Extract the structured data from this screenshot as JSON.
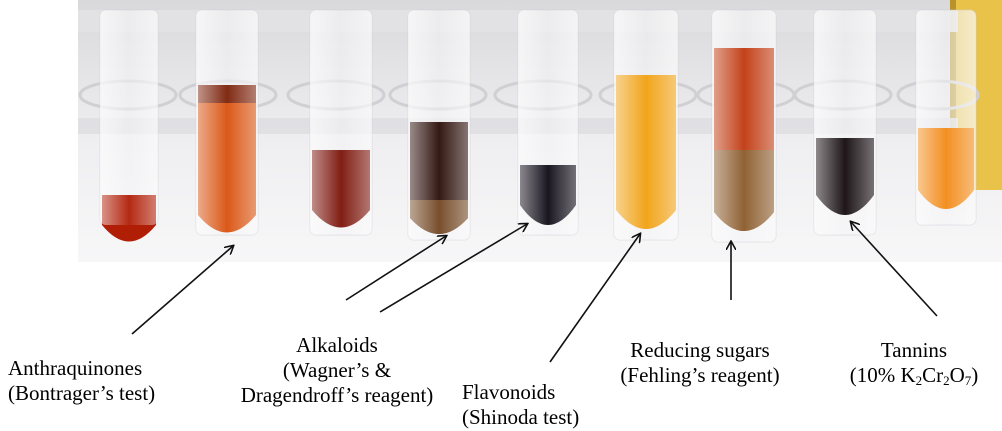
{
  "labels": {
    "anthraquinones": {
      "line1": "Anthraquinones",
      "line2": "(Bontrager’s test)"
    },
    "alkaloids": {
      "line1": "Alkaloids",
      "line2": "(Wagner’s &",
      "line3": "Dragendroff’s reagent)"
    },
    "flavonoids": {
      "line1": "Flavonoids",
      "line2": "(Shinoda test)"
    },
    "reducing_sugars": {
      "line1": "Reducing sugars",
      "line2": "(Fehling’s reagent)"
    },
    "tannins": {
      "line1": "Tannins",
      "line2_prefix": "(10% K",
      "sub1": "2",
      "mid": "Cr",
      "sub2": "2",
      "mid2": "O",
      "sub3": "7",
      "suffix": ")"
    }
  },
  "colors": {
    "tube_red": "#b01e06",
    "tube_orange": "#d8500c",
    "tube_darkred": "#7a1208",
    "tube_dark_brown": "#2a0d08",
    "tube_black": "#0d0a14",
    "tube_amber": "#f0a010",
    "tube_muddy": "#8a5a2a",
    "tube_tannin": "#12090c",
    "tube_light_orange": "#f28a16",
    "rack": "#e8e8ea",
    "frame": "#e8c44a"
  }
}
